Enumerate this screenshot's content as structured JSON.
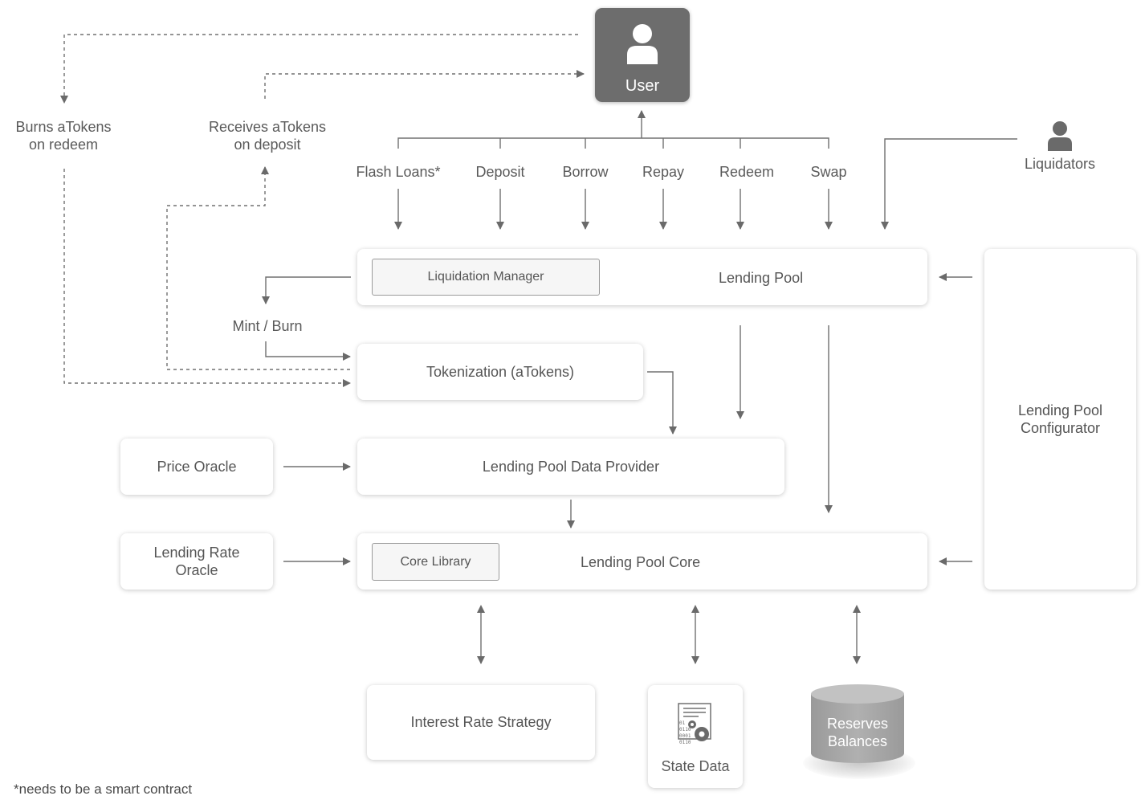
{
  "user": {
    "label": "User"
  },
  "actions": [
    "Flash Loans*",
    "Deposit",
    "Borrow",
    "Repay",
    "Redeem",
    "Swap"
  ],
  "liquidators": {
    "label": "Liquidators"
  },
  "side_notes": {
    "burns": "Burns aTokens\non redeem",
    "receives": "Receives aTokens\non deposit",
    "mint_burn": "Mint / Burn"
  },
  "lending_pool": {
    "title": "Lending Pool",
    "liquidation_manager": "Liquidation Manager"
  },
  "tokenization": {
    "title": "Tokenization (aTokens)"
  },
  "price_oracle": {
    "title": "Price Oracle"
  },
  "data_provider": {
    "title": "Lending Pool Data Provider"
  },
  "lending_rate_oracle": {
    "title": "Lending Rate\nOracle"
  },
  "core": {
    "title": "Lending Pool Core",
    "core_library": "Core Library"
  },
  "configurator": {
    "title": "Lending Pool\nConfigurator"
  },
  "interest_rate_strategy": {
    "title": "Interest Rate Strategy"
  },
  "state_data": {
    "title": "State Data"
  },
  "reserves": {
    "title": "Reserves\nBalances"
  },
  "footnote": "*needs to be a smart contract",
  "colors": {
    "line": "#707070",
    "user_box": "#6d6d6d",
    "person_icon": "#6a6a6a",
    "cylinder": "#a8a8a8"
  }
}
